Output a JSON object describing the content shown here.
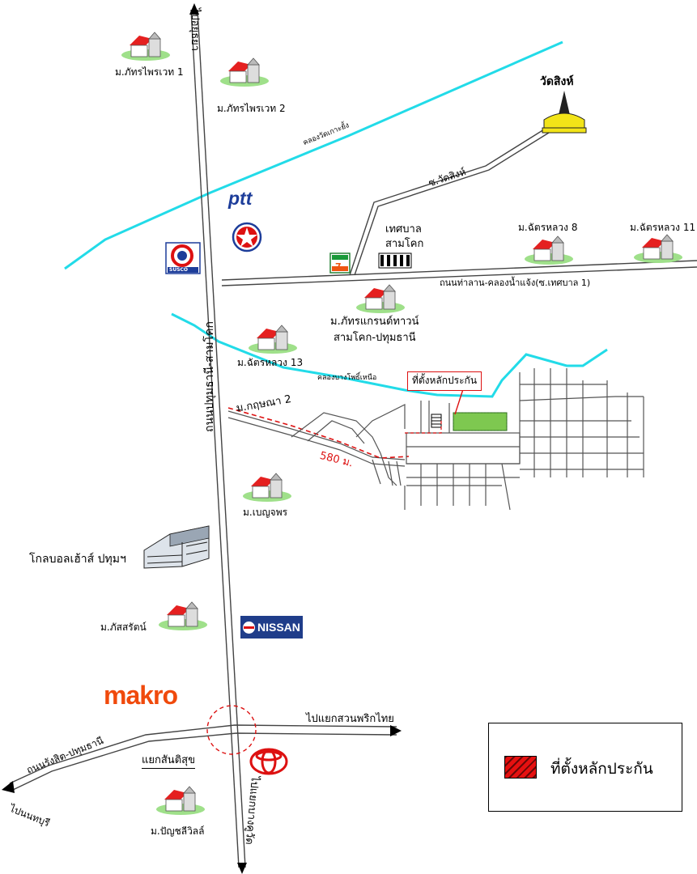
{
  "directions": {
    "north_top": "ไปอยุธยา",
    "south_bottom": "ไปแยกบางคูวัด",
    "east": "ไปแยกสวนพริกไทย",
    "west": "ไปนนทบุรี"
  },
  "roads": {
    "main_vertical": "ถนนปทุมธานี-สามโคก",
    "rangsit": "ถนนรังสิต-ปทุมธานี",
    "thalan": "ถนนท่าลาน-คลองน้ำแจ้ง(ซ.เทศบาล 1)",
    "wat_sing": "ซ.วัดสิงห์",
    "krisana": "ม.กฤษณา 2"
  },
  "canals": {
    "upper": "คลองวัดเกาะยั้ง",
    "lower": "คลองบางโพธิ์เหนือ"
  },
  "places": {
    "wat_sing": "วัดสิงห์",
    "municipality": [
      "เทศบาล",
      "สามโคก"
    ],
    "intersection": "แยกสันติสุข",
    "global_house": "โกลบอลเฮ้าส์ ปทุมฯ",
    "makro": "makro",
    "ptt": "ptt",
    "nissan": "NISSAN",
    "susco": "SUSCO"
  },
  "villages": [
    "ม.ภัทรไพรเวท 1",
    "ม.ภัทรไพรเวท 2",
    "ม.ฉัตรหลวง 8",
    "ม.ฉัตรหลวง 11",
    "ม.ภัทรแกรนด์ทาวน์",
    "สามโคก-ปทุมธานี",
    "ม.ฉัตรหลวง 13",
    "ม.เบญจพร",
    "ม.ภัสสรัตน์",
    "ม.ปัญชลีวิลล์"
  ],
  "distance": "580 ม.",
  "property_label": "ที่ตั้งหลักประกัน",
  "legend": {
    "label": "ที่ตั้งหลักประกัน"
  },
  "colors": {
    "canal": "#22dbe8",
    "road": "#555555",
    "property": "#7ec850",
    "legend_fill": "#e61010",
    "makro": "#f04a0c",
    "ptt": "#1d3d9a"
  }
}
